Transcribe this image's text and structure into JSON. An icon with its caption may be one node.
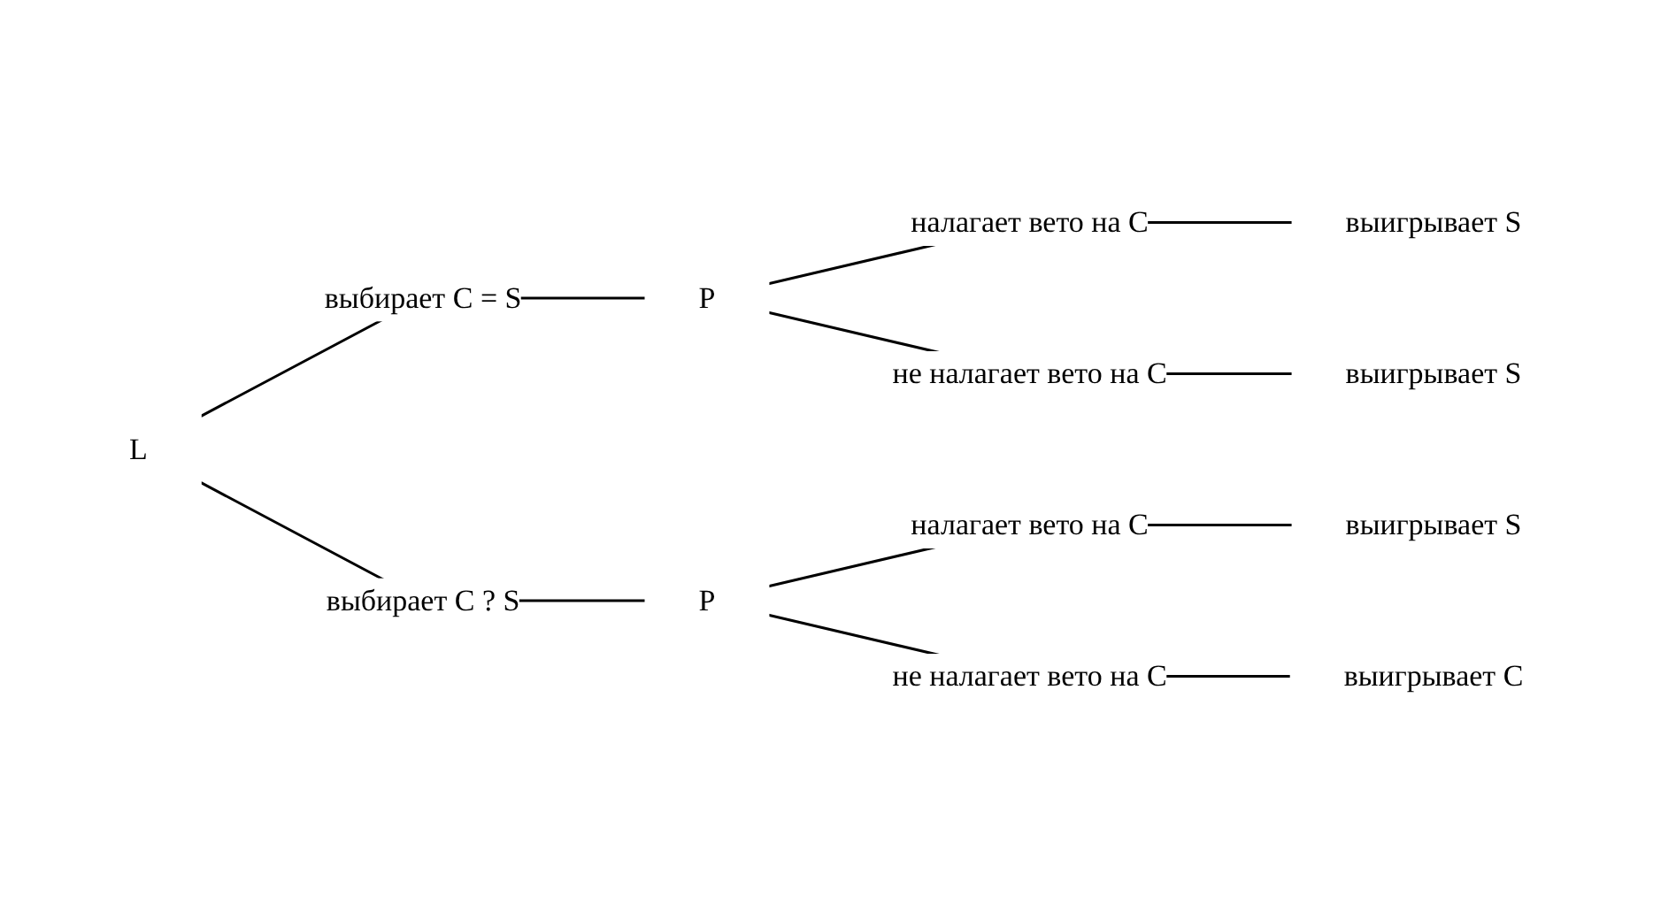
{
  "diagram": {
    "nodes": [
      {
        "text": [
          "L"
        ]
      },
      {
        "text": [
          "P"
        ]
      },
      {
        "text": [
          "P"
        ]
      },
      {
        "text": [
          "выигрывает S"
        ]
      },
      {
        "text": [
          "выигрывает S"
        ]
      },
      {
        "text": [
          "выигрывает S"
        ]
      },
      {
        "text": [
          "выигрывает C"
        ]
      }
    ],
    "edges": [
      {
        "from": 0,
        "to": 1,
        "arrow": "none",
        "label": "выбирает C = S"
      },
      {
        "from": 0,
        "to": 2,
        "arrow": "none",
        "label": "выбирает C ? S"
      },
      {
        "from": 1,
        "to": 3,
        "arrow": "none",
        "label": "налагает вето на C"
      },
      {
        "from": 1,
        "to": 4,
        "arrow": "none",
        "label": "не налагает вето на C"
      },
      {
        "from": 2,
        "to": 5,
        "arrow": "none",
        "label": "налагает вето на C"
      },
      {
        "from": 2,
        "to": 6,
        "arrow": "none",
        "label": "не налагает вето на C"
      }
    ]
  }
}
